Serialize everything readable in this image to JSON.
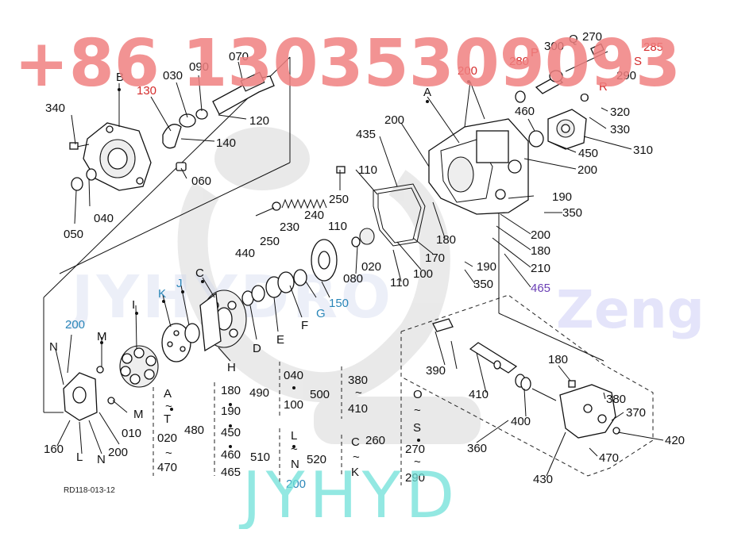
{
  "watermarks": {
    "phone": "+86 13035309093",
    "zeng": "Zeng",
    "jyhyd_bottom": "JYHYD",
    "jyhydro_faint": "JYHYDRO"
  },
  "drawing_code": "RD118-013-12",
  "labels": {
    "n340": "340",
    "B": "B",
    "n130": "130",
    "n030": "030",
    "n090": "090",
    "n070": "070",
    "n120": "120",
    "n140": "140",
    "n060": "060",
    "n040": "040",
    "n050": "050",
    "n280": "280",
    "P": "P",
    "n300": "300",
    "Q": "Q",
    "n270": "270",
    "n285": "285",
    "S": "S",
    "n290": "290",
    "R": "R",
    "O": "O",
    "n200a": "200",
    "A": "A",
    "n460": "460",
    "n320": "320",
    "n330": "330",
    "n310": "310",
    "n450": "450",
    "n200b": "200",
    "n435": "435",
    "n200c": "200",
    "n110a": "110",
    "n250a": "250",
    "n190a": "190",
    "n350a": "350",
    "n240": "240",
    "n230": "230",
    "n250b": "250",
    "n440": "440",
    "n110b": "110",
    "n180a": "180",
    "n200d": "200",
    "n180b": "180",
    "n210": "210",
    "n465": "465",
    "n020": "020",
    "n170": "170",
    "n190b": "190",
    "n350b": "350",
    "n080": "080",
    "n100": "100",
    "n110c": "110",
    "n150": "150",
    "C": "C",
    "G": "G",
    "F": "F",
    "E": "E",
    "D": "D",
    "H": "H",
    "J": "J",
    "K": "K",
    "I": "I",
    "M1": "M",
    "n200e": "200",
    "N1": "N",
    "M2": "M",
    "n160": "160",
    "L": "L",
    "N2": "N",
    "n200f": "200",
    "n010": "010",
    "A2": "A",
    "T": "T",
    "n020b": "020",
    "n470a": "470",
    "n480": "480",
    "n180c": "180",
    "n190c": "190",
    "n450b": "450",
    "n460b": "460",
    "n465b": "465",
    "n490": "490",
    "n040b": "040",
    "n100b": "100",
    "n500": "500",
    "n380a": "380",
    "n410a": "410",
    "n510": "510",
    "L2": "L",
    "N3": "N",
    "n200g": "200",
    "n520": "520",
    "C2": "C",
    "K2": "K",
    "n260": "260",
    "O2": "O",
    "S2": "S",
    "n270b": "270",
    "n290b": "290",
    "n390": "390",
    "n410b": "410",
    "n400": "400",
    "n360": "360",
    "n180d": "180",
    "n380b": "380",
    "n370": "370",
    "n420": "420",
    "n470b": "470",
    "n430": "430",
    "tilde": "~"
  },
  "colors": {
    "red_label": "#d42b2b",
    "blue_label": "#2a86b8",
    "purple_label": "#6a3fb5"
  }
}
